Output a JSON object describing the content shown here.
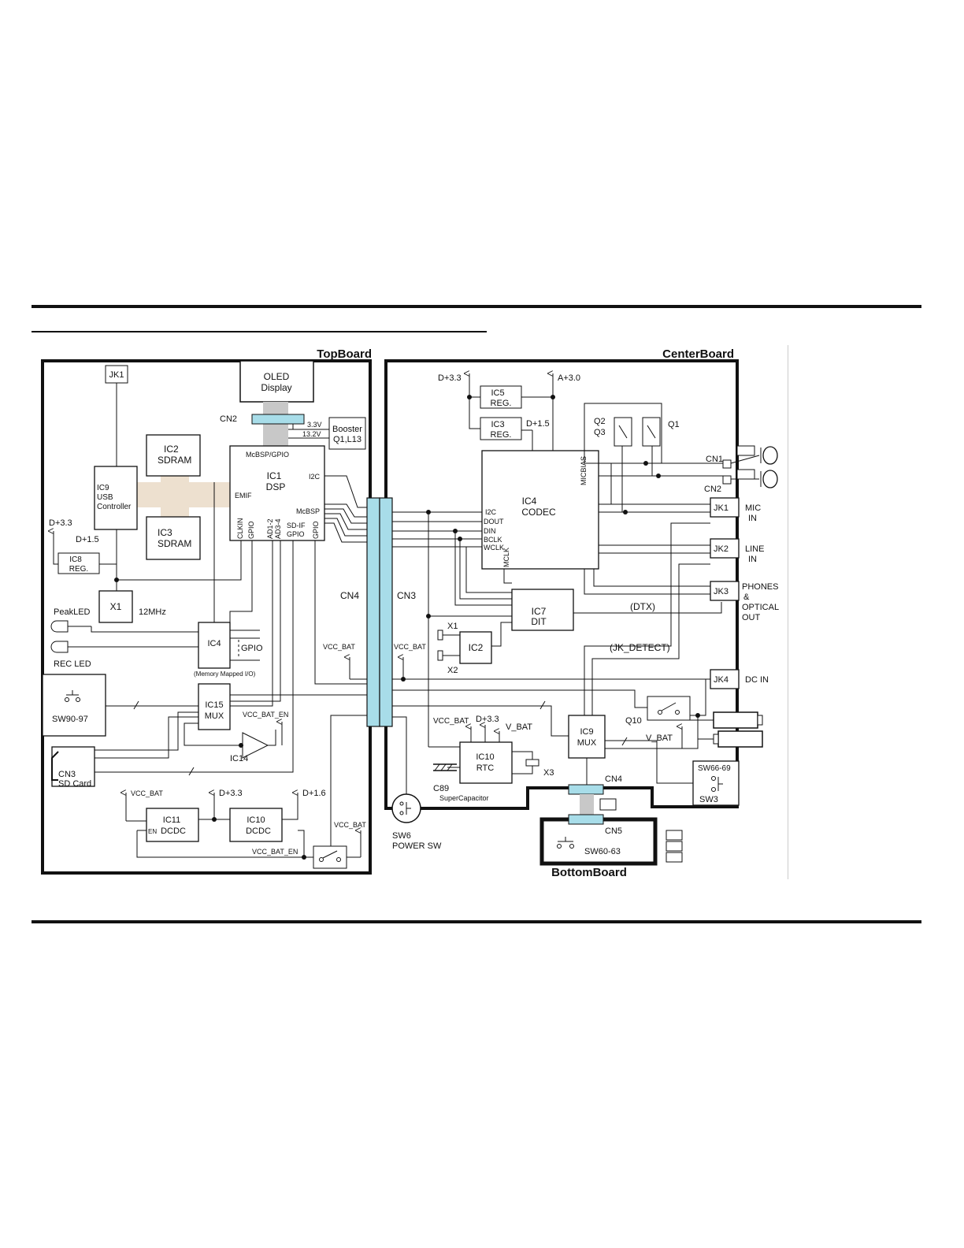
{
  "boards": {
    "top": "TopBoard",
    "center": "CenterBoard",
    "bottom": "BottomBoard"
  },
  "top": {
    "jk1": "JK1",
    "oled": [
      "OLED",
      "Display"
    ],
    "cn2": "CN2",
    "v33": "3.3V",
    "v132": "13.2V",
    "booster": [
      "Booster",
      "Q1,L13"
    ],
    "ic2": [
      "IC2",
      "SDRAM"
    ],
    "ic3": [
      "IC3",
      "SDRAM"
    ],
    "ic9": [
      "IC9",
      "USB",
      "Controller"
    ],
    "ic1": [
      "IC1",
      "DSP"
    ],
    "mcbsp_gpio": "McBSP/GPIO",
    "i2c": "I2C",
    "emif": "EMIF",
    "mcbsp": "McBSP",
    "clkin": "CLKIN",
    "gpio": "GPIO",
    "ad12": "AD1-2",
    "ad34": "AD3-4",
    "sdif": "SD-IF",
    "gpio2": "GPIO",
    "gpio3": "GPIO",
    "dp33": "D+3.3",
    "dp15": "D+1.5",
    "ic8": [
      "IC8",
      "REG."
    ],
    "x1": "X1",
    "mhz": "12MHz",
    "peakled": "PeakLED",
    "recled": "REC LED",
    "ic4": "IC4",
    "ic4_gpio": "GPIO",
    "memmap": "(Memory Mapped I/O)",
    "sw9097": "SW90-97",
    "ic15": [
      "IC15",
      "MUX"
    ],
    "vccbaten": "VCC_BAT_EN",
    "ic14": "IC14",
    "cn3": [
      "CN3",
      "SD Card"
    ],
    "vccbat1": "VCC_BAT",
    "dp33b": "D+3.3",
    "dp16": "D+1.6",
    "ic11": [
      "IC11",
      "DCDC"
    ],
    "en": "EN",
    "ic10": [
      "IC10",
      "DCDC"
    ],
    "vccbat2": "VCC_BAT",
    "vccbaten2": "VCC_BAT_EN",
    "cn4": "CN4",
    "vccbat3": "VCC_BAT"
  },
  "center": {
    "cn3": "CN3",
    "vccbat": "VCC_BAT",
    "dp33": "D+3.3",
    "ap30": "A+3.0",
    "ic5": [
      "IC5",
      "REG."
    ],
    "ic3": [
      "IC3",
      "REG."
    ],
    "dp15": "D+1.5",
    "q2": "Q2",
    "q3": "Q3",
    "q1": "Q1",
    "cn1": "CN1",
    "cn2": "CN2",
    "ic4": [
      "IC4",
      "CODEC"
    ],
    "micbias": "MICBIAS",
    "pins": [
      "I2C",
      "DOUT",
      "DIN",
      "BCLK",
      "WCLK"
    ],
    "mclk": "MCLK",
    "jk1": "JK1",
    "mic": [
      "MIC",
      "IN"
    ],
    "jk2": "JK2",
    "line": [
      "LINE",
      "IN"
    ],
    "jk3": "JK3",
    "phones": [
      "PHONES",
      "&",
      "OPTICAL",
      "OUT"
    ],
    "ic7": [
      "IC7",
      "DIT"
    ],
    "dtx": "(DTX)",
    "x1": "X1",
    "x2": "X2",
    "ic2": "IC2",
    "jkdetect": "(JK_DETECT)",
    "jk4": "JK4",
    "dcin": "DC IN",
    "q10": "Q10",
    "vccbat2": "VCC_BAT",
    "dp33b": "D+3.3",
    "vbat": "V_BAT",
    "ic10": [
      "IC10",
      "RTC"
    ],
    "x3": "X3",
    "c89": "C89",
    "supercap": "SuperCapacitor",
    "ic9": [
      "IC9",
      "MUX"
    ],
    "vbat2": "V_BAT",
    "sw6669": "SW66-69",
    "sw3": "SW3",
    "cn4": "CN4",
    "sw6": [
      "SW6",
      "POWER SW"
    ]
  },
  "bottom": {
    "cn5": "CN5",
    "sw6063": "SW60-63"
  },
  "colors": {
    "connector": "#a8dde9",
    "bus": "#ede0cf",
    "ink": "#111111",
    "gray": "#c8c8c8"
  }
}
